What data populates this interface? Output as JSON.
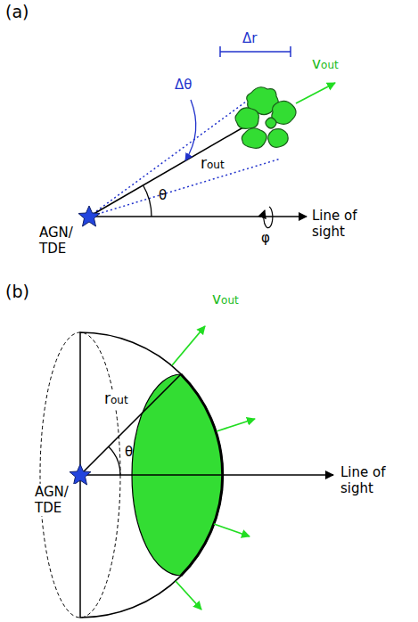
{
  "diagram": {
    "labels": [
      "(a)",
      "Δr",
      "Δθ",
      "vout",
      "rout",
      "θ",
      "AGN/ TDE",
      "Line of sight",
      "φ",
      "(b)",
      "rout",
      "vout",
      "θ",
      "AGN/ TDE",
      "Line of sight"
    ]
  }
}
